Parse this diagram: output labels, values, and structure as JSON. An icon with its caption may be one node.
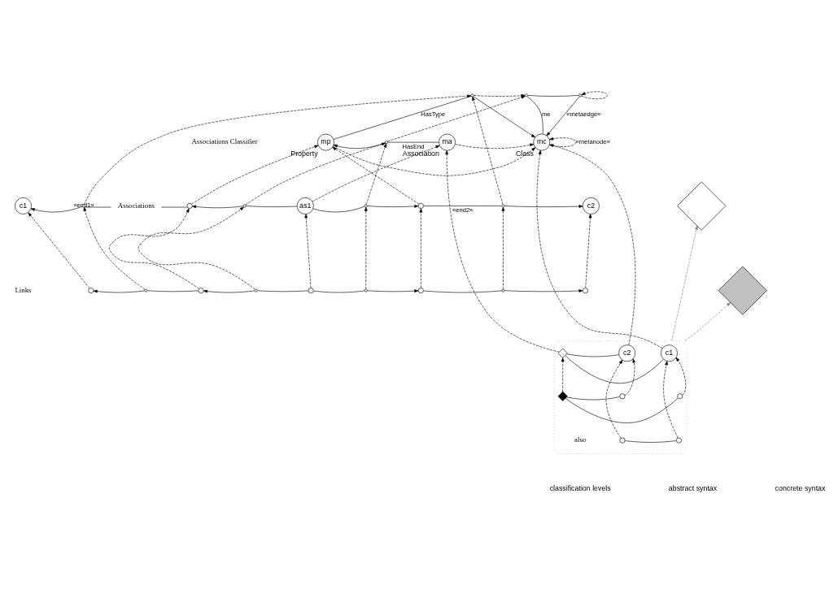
{
  "diagram": {
    "nodes": [
      {
        "text": [
          "mp"
        ],
        "beside": [
          "Property"
        ]
      },
      {
        "text": [
          "ma"
        ],
        "beside": [
          "Association"
        ]
      },
      {
        "text": [
          "mc"
        ],
        "beside": [
          "Class"
        ]
      },
      {
        "text": [],
        "shape": "dot"
      },
      {
        "text": [],
        "shape": "dot"
      },
      {
        "text": [],
        "shape": "dot"
      },
      {
        "text": [],
        "shape": "dot"
      },
      {
        "text": [
          "c1"
        ]
      },
      {
        "text": [],
        "shape": "diamond"
      },
      {
        "text": [],
        "shape": "circle"
      },
      {
        "text": [],
        "shape": "dot"
      },
      {
        "text": [],
        "shape": "dot"
      },
      {
        "text": [
          "as1"
        ]
      },
      {
        "text": [],
        "shape": "dot"
      },
      {
        "text": [],
        "shape": "circle"
      },
      {
        "text": [],
        "shape": "dot"
      },
      {
        "text": [
          "c2"
        ]
      },
      {
        "text": [],
        "shape": "diamond"
      },
      {
        "text": [],
        "shape": "circle"
      },
      {
        "text": [],
        "shape": "dot"
      },
      {
        "text": [],
        "shape": "circle"
      },
      {
        "text": [],
        "shape": "dot"
      },
      {
        "text": [],
        "shape": "circle"
      },
      {
        "text": [],
        "shape": "dot"
      },
      {
        "text": [],
        "shape": "circle"
      },
      {
        "text": [],
        "shape": "dot"
      },
      {
        "text": [],
        "shape": "circle"
      },
      {
        "text": [],
        "shape": "box"
      },
      {
        "text": [
          "c1"
        ],
        "in": 27
      },
      {
        "text": [],
        "shape": "diamond",
        "in": 27
      },
      {
        "text": [
          "c2"
        ],
        "in": 27
      },
      {
        "text": [],
        "shape": "circle",
        "in": 27
      },
      {
        "text": [],
        "shape": "diamond",
        "in": 27
      },
      {
        "text": [],
        "shape": "circle",
        "in": 27
      },
      {
        "text": [],
        "shape": "circle",
        "in": 27
      },
      {
        "text": [],
        "shape": "circle",
        "in": 27
      }
    ],
    "edges": [
      {
        "from": 0,
        "to": 3,
        "arrow": "none",
        "label": "HasType"
      },
      {
        "from": 3,
        "to": 2,
        "arrow": "to"
      },
      {
        "from": 1,
        "to": 6,
        "arrow": "none",
        "label": "HasEnd"
      },
      {
        "from": 6,
        "to": 0,
        "arrow": "to"
      },
      {
        "from": 2,
        "to": 4,
        "arrow": "none",
        "label": "me"
      },
      {
        "from": 4,
        "to": 5,
        "arrow": "none"
      },
      {
        "from": 5,
        "to": 2,
        "arrow": "to",
        "label": "«metaedge»"
      },
      {
        "from": 3,
        "to": 4,
        "arrow": "to",
        "style": "dashed"
      },
      {
        "from": 6,
        "to": 4,
        "arrow": "to",
        "style": "dashed"
      },
      {
        "from": 5,
        "to": 5,
        "arrow": "to",
        "style": "dashed"
      },
      {
        "from": 2,
        "to": 2,
        "arrow": "to",
        "style": "dashed",
        "label": "«metanode»"
      },
      {
        "from": 1,
        "to": 2,
        "arrow": "to",
        "style": "dashed"
      },
      {
        "from": 0,
        "to": 2,
        "arrow": "to",
        "style": "dashed"
      },
      {
        "from": 9,
        "to": 10,
        "arrow": "none",
        "label": "«end1»"
      },
      {
        "from": 10,
        "to": 7,
        "arrow": "to"
      },
      {
        "from": 12,
        "to": 11,
        "arrow": "none"
      },
      {
        "from": 11,
        "to": 9,
        "arrow": "to"
      },
      {
        "from": 12,
        "to": 13,
        "arrow": "none"
      },
      {
        "from": 13,
        "to": 14,
        "arrow": "to"
      },
      {
        "from": 14,
        "to": 15,
        "arrow": "none",
        "label": "«end2»"
      },
      {
        "from": 15,
        "to": 16,
        "arrow": "to"
      },
      {
        "from": 9,
        "to": 0,
        "arrow": "to",
        "style": "dashed"
      },
      {
        "from": 14,
        "to": 0,
        "arrow": "to",
        "style": "dashed"
      },
      {
        "from": 12,
        "to": 1,
        "arrow": "to",
        "style": "dashed"
      },
      {
        "from": 10,
        "to": 3,
        "arrow": "to",
        "style": "dashed"
      },
      {
        "from": 15,
        "to": 3,
        "arrow": "to",
        "style": "dashed"
      },
      {
        "from": 11,
        "to": 6,
        "arrow": "to",
        "style": "dashed"
      },
      {
        "from": 13,
        "to": 6,
        "arrow": "to",
        "style": "dashed"
      },
      {
        "from": 20,
        "to": 19,
        "arrow": "none"
      },
      {
        "from": 19,
        "to": 18,
        "arrow": "to"
      },
      {
        "from": 22,
        "to": 21,
        "arrow": "none"
      },
      {
        "from": 21,
        "to": 20,
        "arrow": "to"
      },
      {
        "from": 22,
        "to": 23,
        "arrow": "none"
      },
      {
        "from": 23,
        "to": 24,
        "arrow": "to"
      },
      {
        "from": 24,
        "to": 25,
        "arrow": "none"
      },
      {
        "from": 25,
        "to": 26,
        "arrow": "to"
      },
      {
        "from": 18,
        "to": 7,
        "arrow": "to",
        "style": "dashed"
      },
      {
        "from": 19,
        "to": 10,
        "arrow": "to",
        "style": "dashed"
      },
      {
        "from": 20,
        "to": 9,
        "arrow": "to",
        "style": "dashed"
      },
      {
        "from": 21,
        "to": 11,
        "arrow": "to",
        "style": "dashed"
      },
      {
        "from": 22,
        "to": 12,
        "arrow": "to",
        "style": "dashed"
      },
      {
        "from": 23,
        "to": 13,
        "arrow": "to",
        "style": "dashed"
      },
      {
        "from": 24,
        "to": 14,
        "arrow": "to",
        "style": "dashed"
      },
      {
        "from": 25,
        "to": 15,
        "arrow": "to",
        "style": "dashed"
      },
      {
        "from": 26,
        "to": 16,
        "arrow": "to",
        "style": "dashed"
      },
      {
        "from": 28,
        "to": 29,
        "arrow": "none"
      },
      {
        "from": 29,
        "to": 30,
        "arrow": "none"
      },
      {
        "from": 31,
        "to": 32,
        "arrow": "none"
      },
      {
        "from": 32,
        "to": 33,
        "arrow": "none"
      },
      {
        "from": 34,
        "to": 35,
        "arrow": "none"
      },
      {
        "from": 31,
        "to": 28,
        "arrow": "to",
        "style": "dashed"
      },
      {
        "from": 32,
        "to": 29,
        "arrow": "to",
        "style": "dashed"
      },
      {
        "from": 33,
        "to": 30,
        "arrow": "to",
        "style": "dashed"
      },
      {
        "from": 34,
        "to": 28,
        "arrow": "to",
        "style": "dashed"
      },
      {
        "from": 35,
        "to": 30,
        "arrow": "to",
        "style": "dashed"
      },
      {
        "from": 28,
        "to": 2,
        "arrow": "to",
        "style": "dashed"
      },
      {
        "from": 29,
        "to": 1,
        "arrow": "to",
        "style": "dashed"
      },
      {
        "from": 30,
        "to": 2,
        "arrow": "to",
        "style": "dashed"
      },
      {
        "from": 27,
        "to": 8,
        "arrow": "to",
        "style": "dashed",
        "color": "#808080"
      },
      {
        "from": 27,
        "to": 17,
        "arrow": "to",
        "style": "dashed",
        "color": "#808080"
      }
    ],
    "labels": [
      "Associations Classifier",
      "Associations",
      "Links",
      "also",
      "classification levels",
      "abstract syntax",
      "concrete syntax"
    ]
  }
}
